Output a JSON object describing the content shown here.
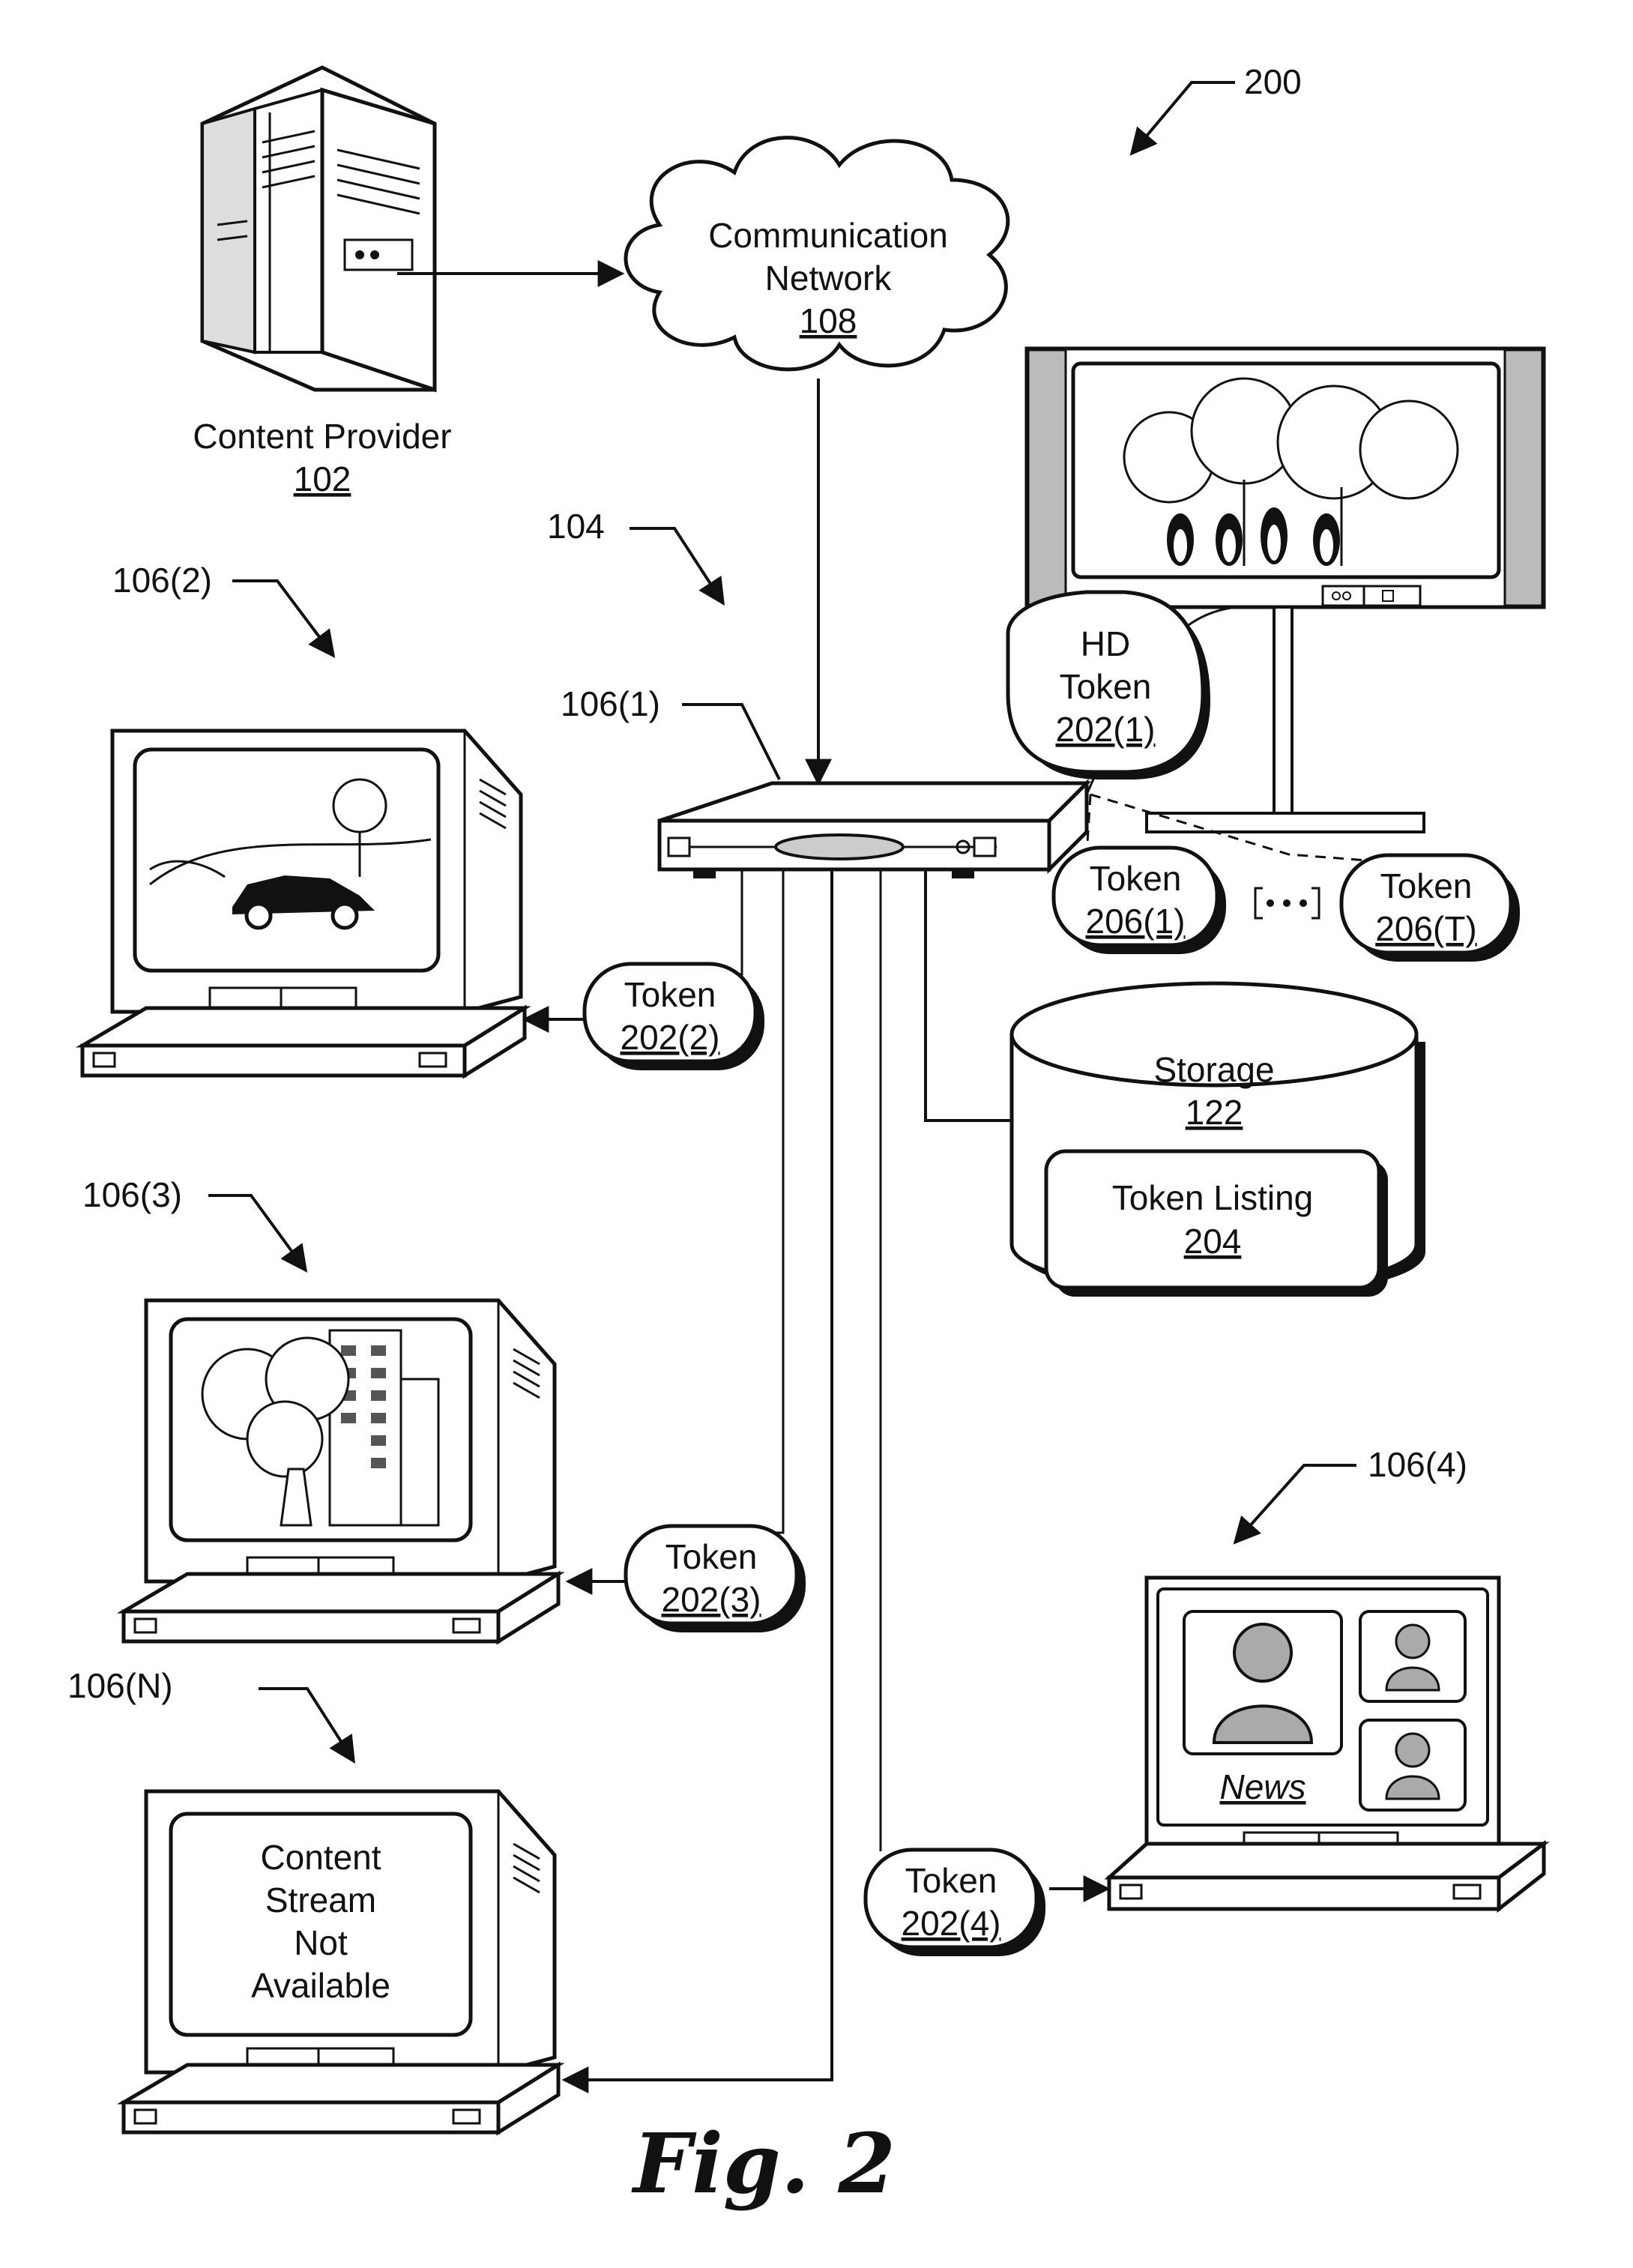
{
  "figure": {
    "ref_number": "200",
    "caption": "Fig. 2"
  },
  "content_provider": {
    "label": "Content Provider",
    "ref": "102"
  },
  "network": {
    "line1": "Communication",
    "line2": "Network",
    "ref": "108"
  },
  "set_top_box": {
    "ref": "106(1)",
    "system_ref": "104"
  },
  "devices": {
    "d2": {
      "ref": "106(2)"
    },
    "d3": {
      "ref": "106(3)"
    },
    "d4": {
      "ref": "106(4)",
      "screen_text": "News"
    },
    "dN": {
      "ref": "106(N)",
      "screen_line1": "Content",
      "screen_line2": "Stream",
      "screen_line3": "Not",
      "screen_line4": "Available"
    }
  },
  "tokens": {
    "hd": {
      "line1": "HD",
      "line2": "Token",
      "ref": "202(1)"
    },
    "t2": {
      "label": "Token",
      "ref": "202(2)"
    },
    "t3": {
      "label": "Token",
      "ref": "202(3)"
    },
    "t4": {
      "label": "Token",
      "ref": "202(4)"
    },
    "t206_1": {
      "label": "Token",
      "ref": "206(1)"
    },
    "t206_T": {
      "label": "Token",
      "ref": "206(T)"
    }
  },
  "storage": {
    "label": "Storage",
    "ref": "122"
  },
  "token_listing": {
    "label": "Token Listing",
    "ref": "204"
  },
  "icons": [
    "server-icon",
    "cloud-icon",
    "set-top-box-icon",
    "crt-monitor-icon",
    "flat-panel-tv-icon",
    "storage-cylinder-icon",
    "ellipsis-icon",
    "arrow-icon"
  ]
}
